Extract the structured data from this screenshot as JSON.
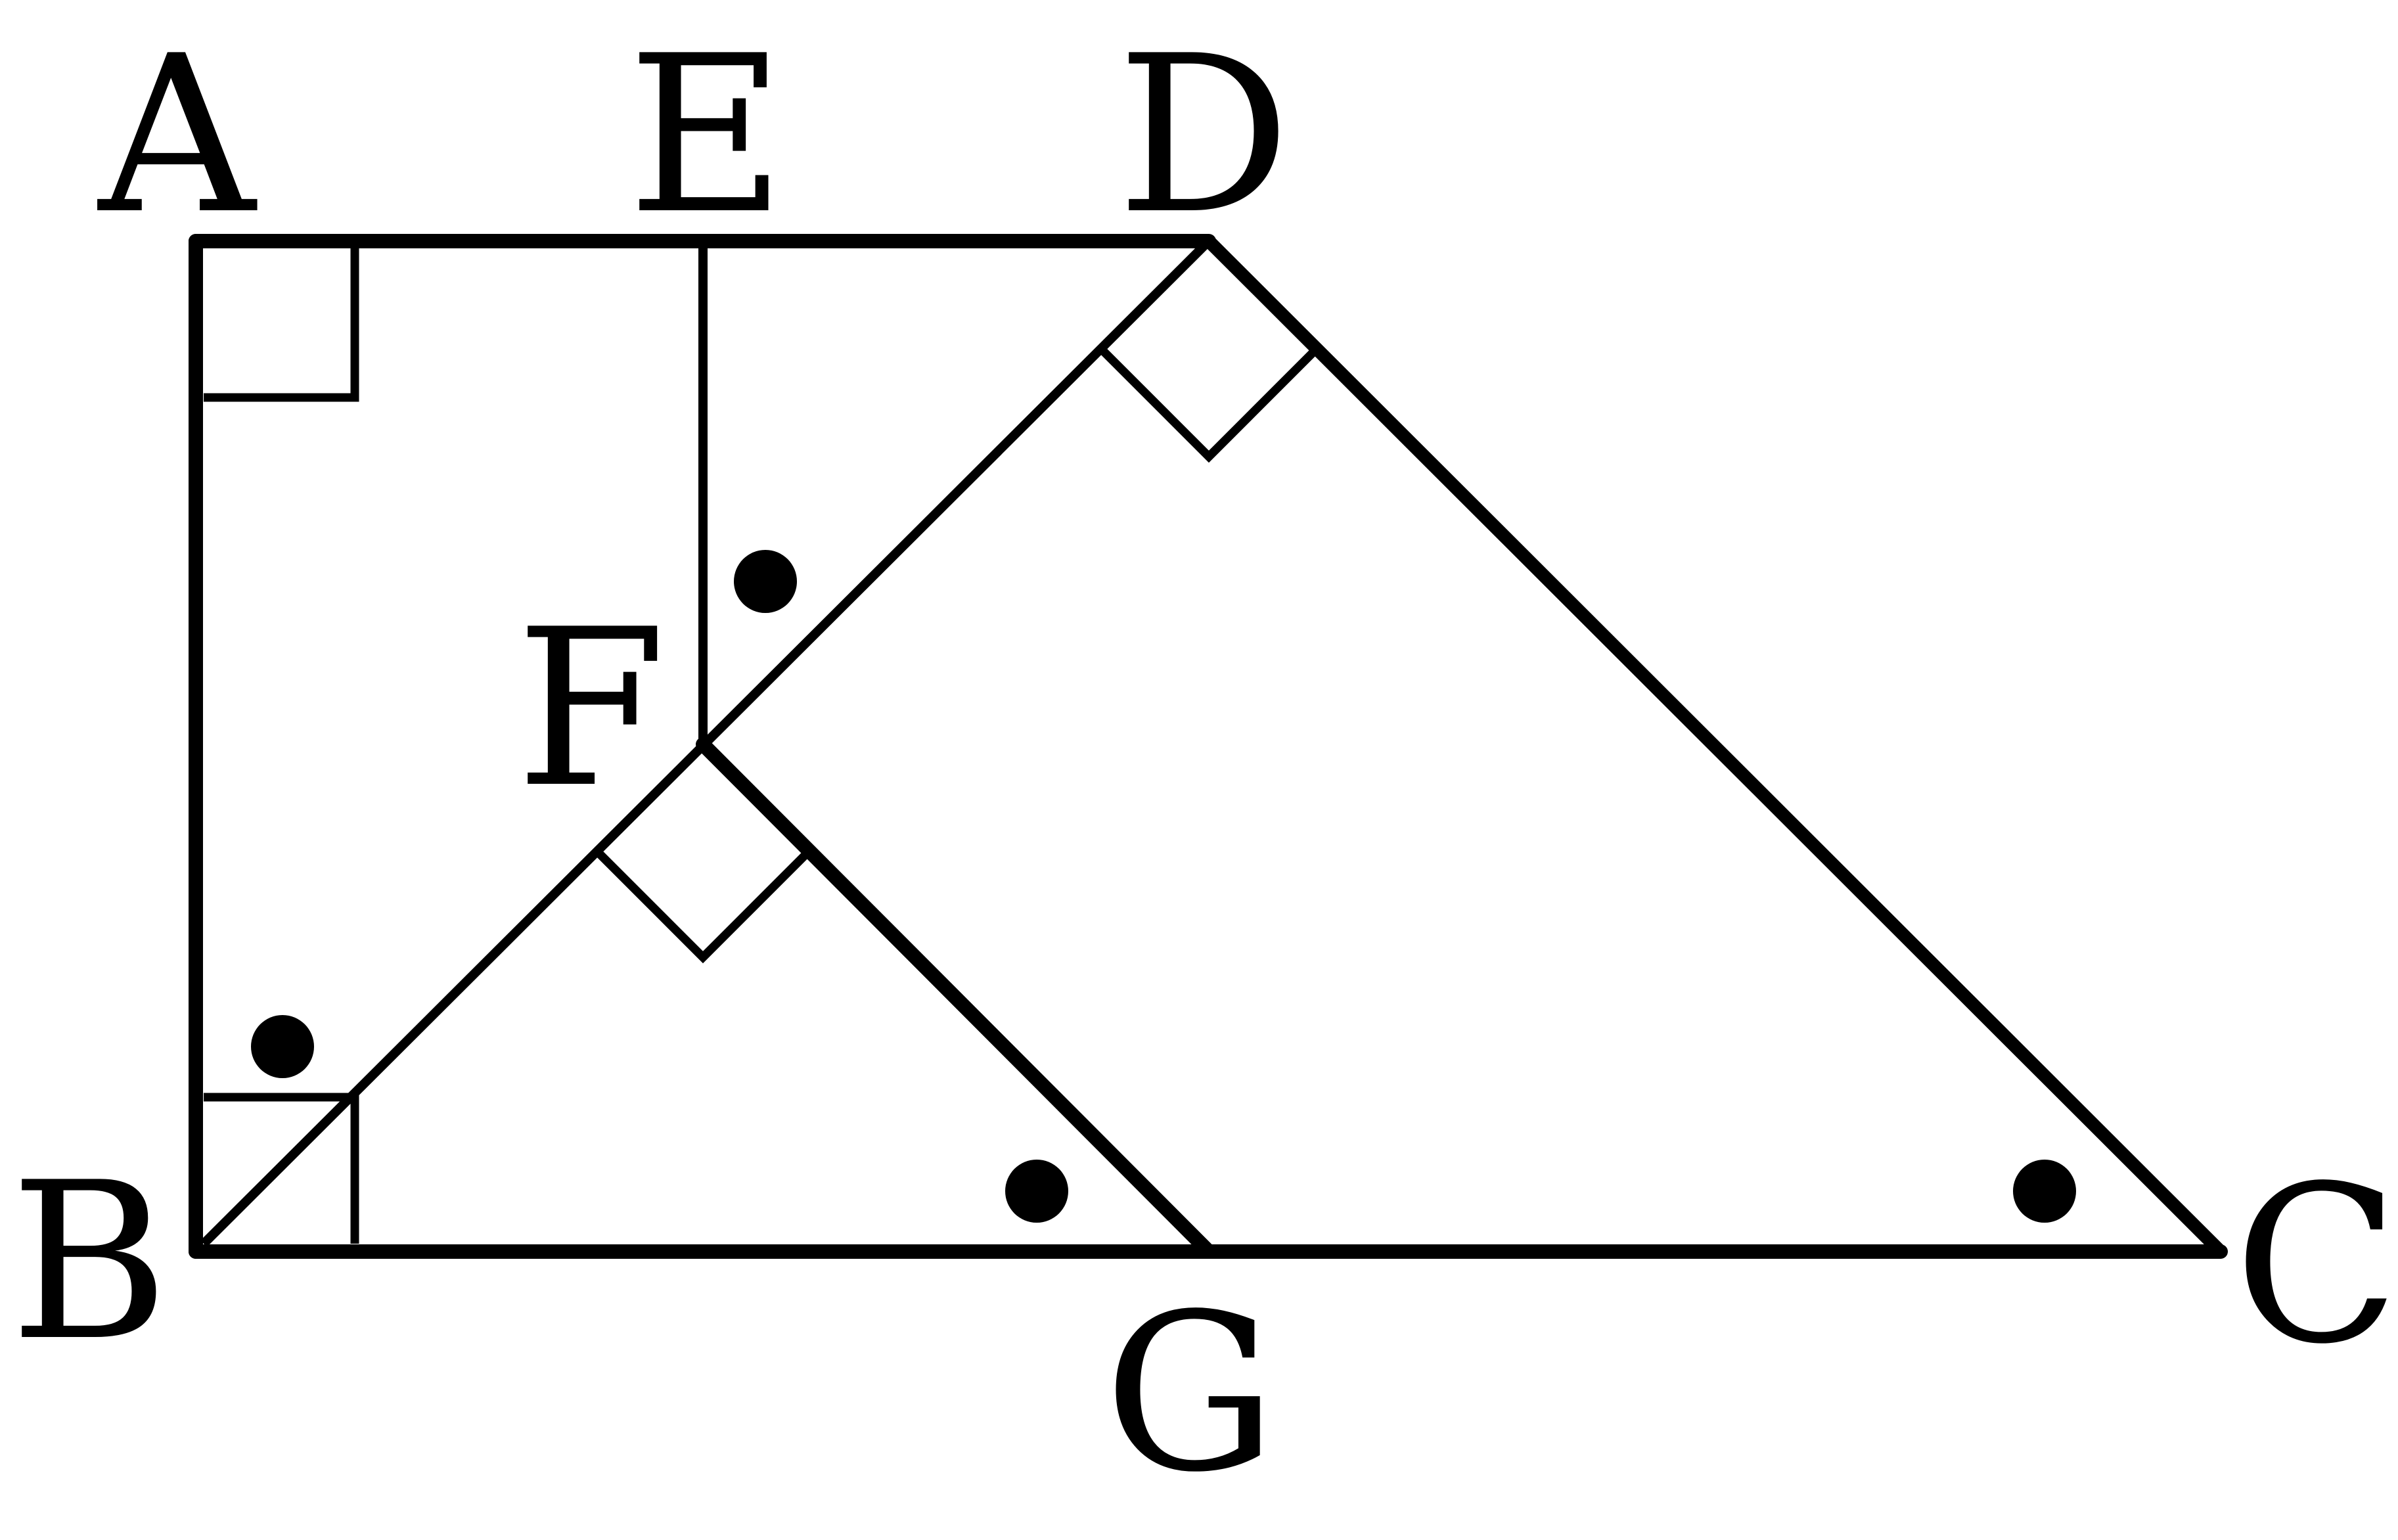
{
  "points": {
    "A": "A",
    "B": "B",
    "C": "C",
    "D": "D",
    "E": "E",
    "F": "F",
    "G": "G"
  },
  "colors": {
    "stroke": "#000000",
    "background": "#ffffff"
  },
  "marks": {
    "right_angles": [
      "A",
      "B",
      "D",
      "F"
    ],
    "equal_angle_dots": [
      "EFD",
      "ABF",
      "FGB",
      "DCB"
    ]
  }
}
